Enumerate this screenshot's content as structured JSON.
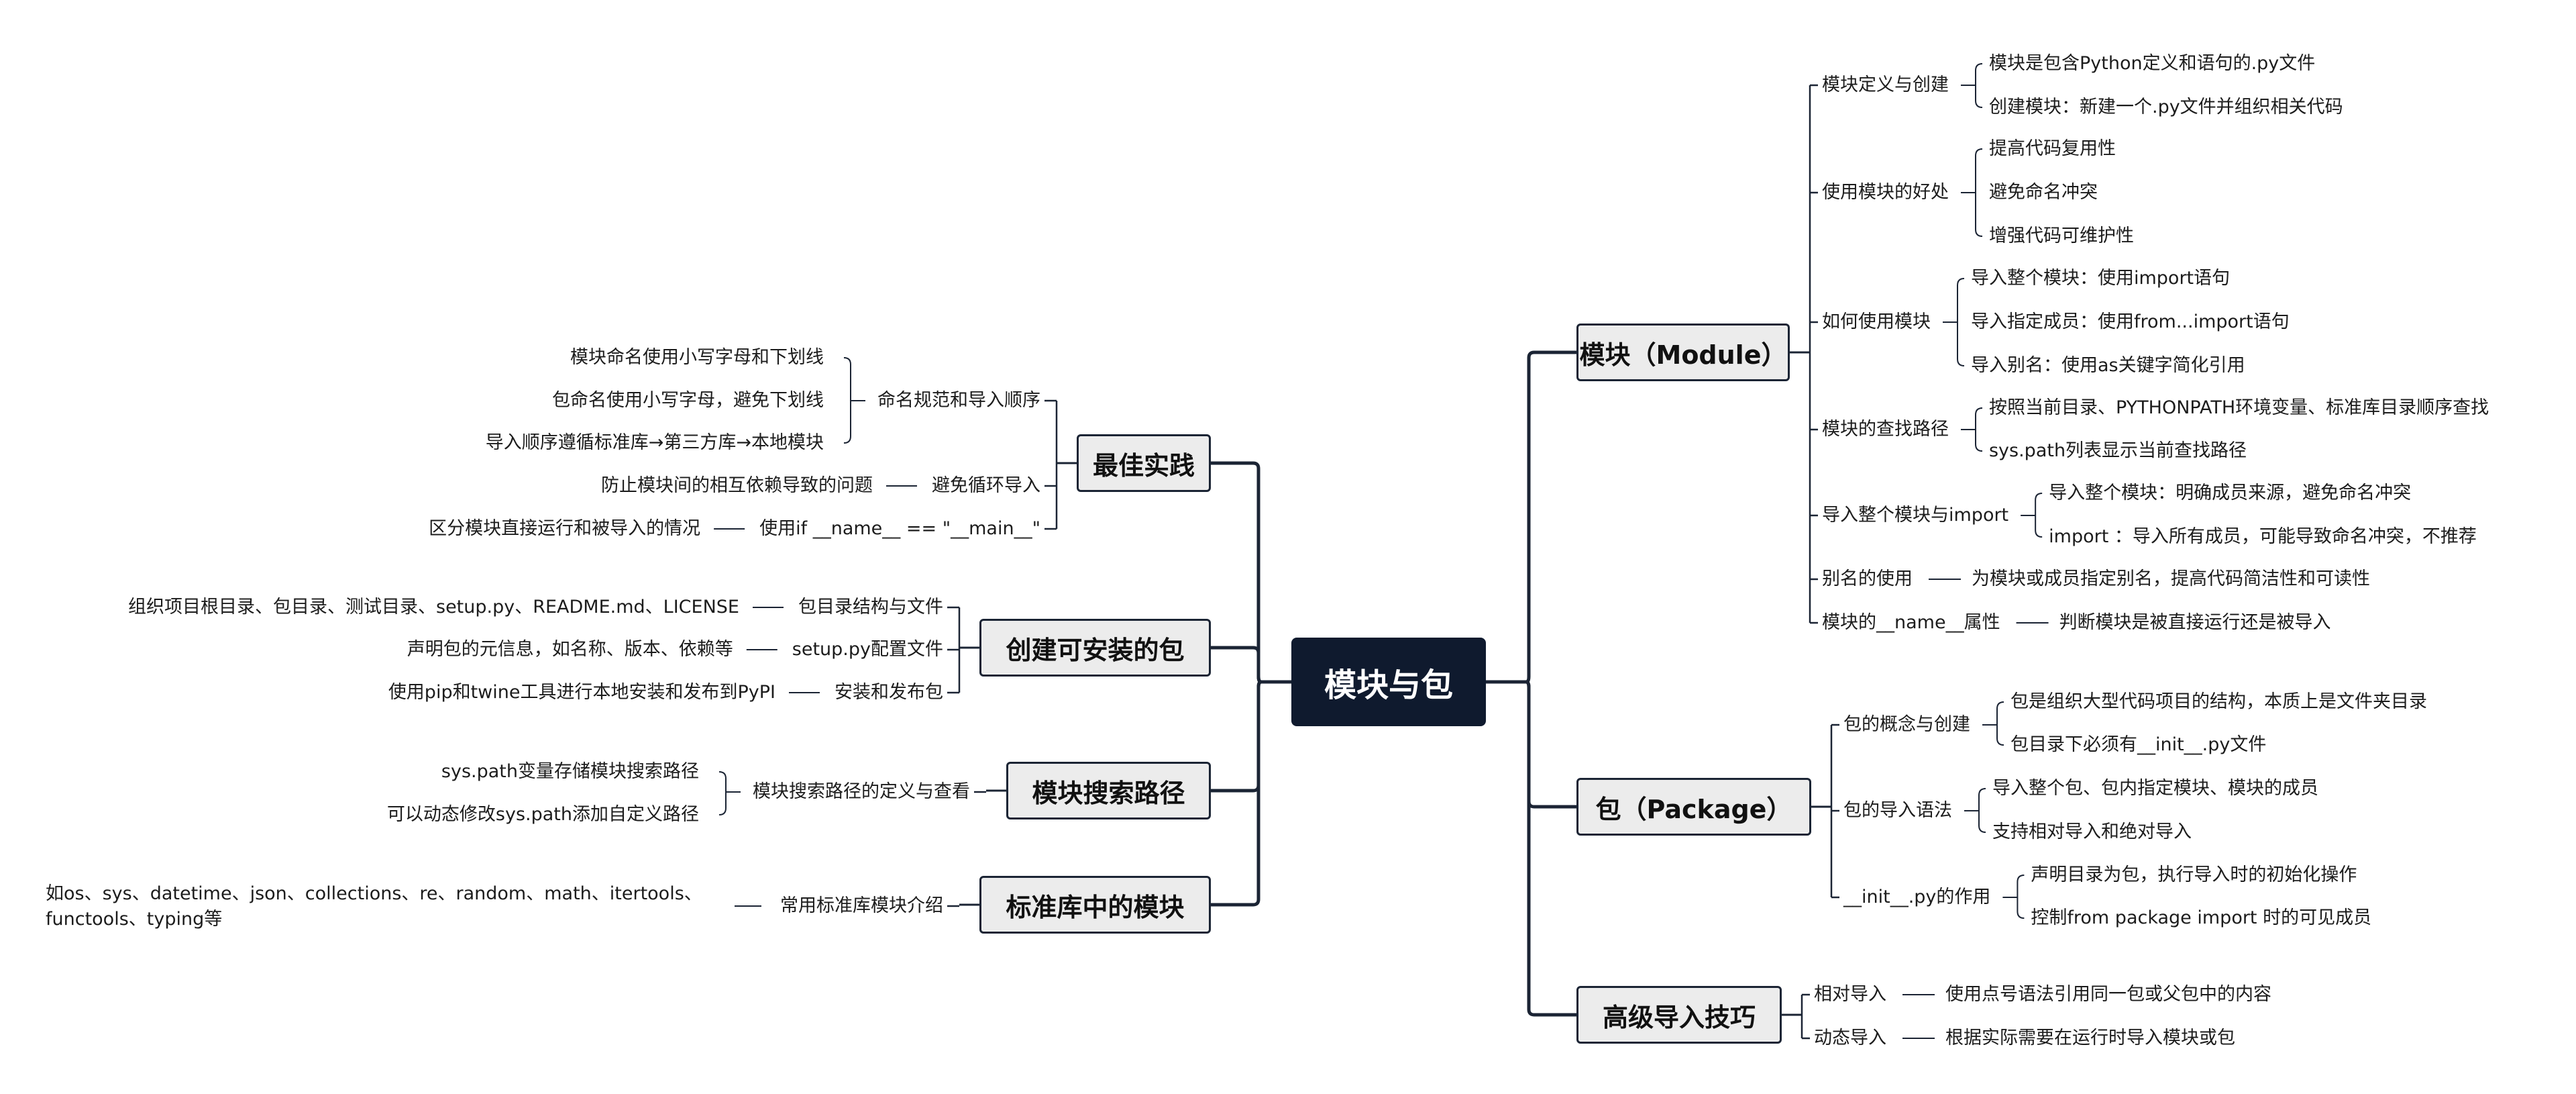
{
  "root": "模块与包",
  "right": [
    {
      "title": "模块（Module）",
      "children": [
        {
          "label": "模块定义与创建",
          "children": [
            "模块是包含Python定义和语句的.py文件",
            "创建模块：新建一个.py文件并组织相关代码"
          ]
        },
        {
          "label": "使用模块的好处",
          "children": [
            "提高代码复用性",
            "避免命名冲突",
            "增强代码可维护性"
          ]
        },
        {
          "label": "如何使用模块",
          "children": [
            "导入整个模块：使用import语句",
            "导入指定成员：使用from...import语句",
            "导入别名：使用as关键字简化引用"
          ]
        },
        {
          "label": "模块的查找路径",
          "children": [
            "按照当前目录、PYTHONPATH环境变量、标准库目录顺序查找",
            "sys.path列表显示当前查找路径"
          ]
        },
        {
          "label": "导入整个模块与import",
          "children": [
            "导入整个模块：明确成员来源，避免命名冲突",
            "import ：导入所有成员，可能导致命名冲突，不推荐"
          ]
        },
        {
          "label": "别名的使用",
          "children": [
            "为模块或成员指定别名，提高代码简洁性和可读性"
          ]
        },
        {
          "label": "模块的__name__属性",
          "children": [
            "判断模块是被直接运行还是被导入"
          ]
        }
      ]
    },
    {
      "title": "包（Package）",
      "children": [
        {
          "label": "包的概念与创建",
          "children": [
            "包是组织大型代码项目的结构，本质上是文件夹目录",
            "包目录下必须有__init__.py文件"
          ]
        },
        {
          "label": "包的导入语法",
          "children": [
            "导入整个包、包内指定模块、模块的成员",
            "支持相对导入和绝对导入"
          ]
        },
        {
          "label": "__init__.py的作用",
          "children": [
            "声明目录为包，执行导入时的初始化操作",
            "控制from package import 时的可见成员"
          ]
        }
      ]
    },
    {
      "title": "高级导入技巧",
      "children": [
        {
          "label": "相对导入",
          "children": [
            "使用点号语法引用同一包或父包中的内容"
          ]
        },
        {
          "label": "动态导入",
          "children": [
            "根据实际需要在运行时导入模块或包"
          ]
        }
      ]
    }
  ],
  "left": [
    {
      "title": "最佳实践",
      "children": [
        {
          "label": "命名规范和导入顺序",
          "children": [
            "模块命名使用小写字母和下划线",
            "包命名使用小写字母，避免下划线",
            "导入顺序遵循标准库→第三方库→本地模块"
          ]
        },
        {
          "label": "避免循环导入",
          "children": [
            "防止模块间的相互依赖导致的问题"
          ]
        },
        {
          "label": "使用if __name__ == \"__main__\"",
          "children": [
            "区分模块直接运行和被导入的情况"
          ]
        }
      ]
    },
    {
      "title": "创建可安装的包",
      "children": [
        {
          "label": "包目录结构与文件",
          "children": [
            "组织项目根目录、包目录、测试目录、setup.py、README.md、LICENSE"
          ]
        },
        {
          "label": "setup.py配置文件",
          "children": [
            "声明包的元信息，如名称、版本、依赖等"
          ]
        },
        {
          "label": "安装和发布包",
          "children": [
            "使用pip和twine工具进行本地安装和发布到PyPI"
          ]
        }
      ]
    },
    {
      "title": "模块搜索路径",
      "children": [
        {
          "label": "模块搜索路径的定义与查看",
          "children": [
            "sys.path变量存储模块搜索路径",
            "可以动态修改sys.path添加自定义路径"
          ]
        }
      ]
    },
    {
      "title": "标准库中的模块",
      "children": [
        {
          "label": "常用标准库模块介绍",
          "children": [
            "如os、sys、datetime、json、collections、re、random、math、itertools、",
            "functools、typing等"
          ]
        }
      ]
    }
  ]
}
